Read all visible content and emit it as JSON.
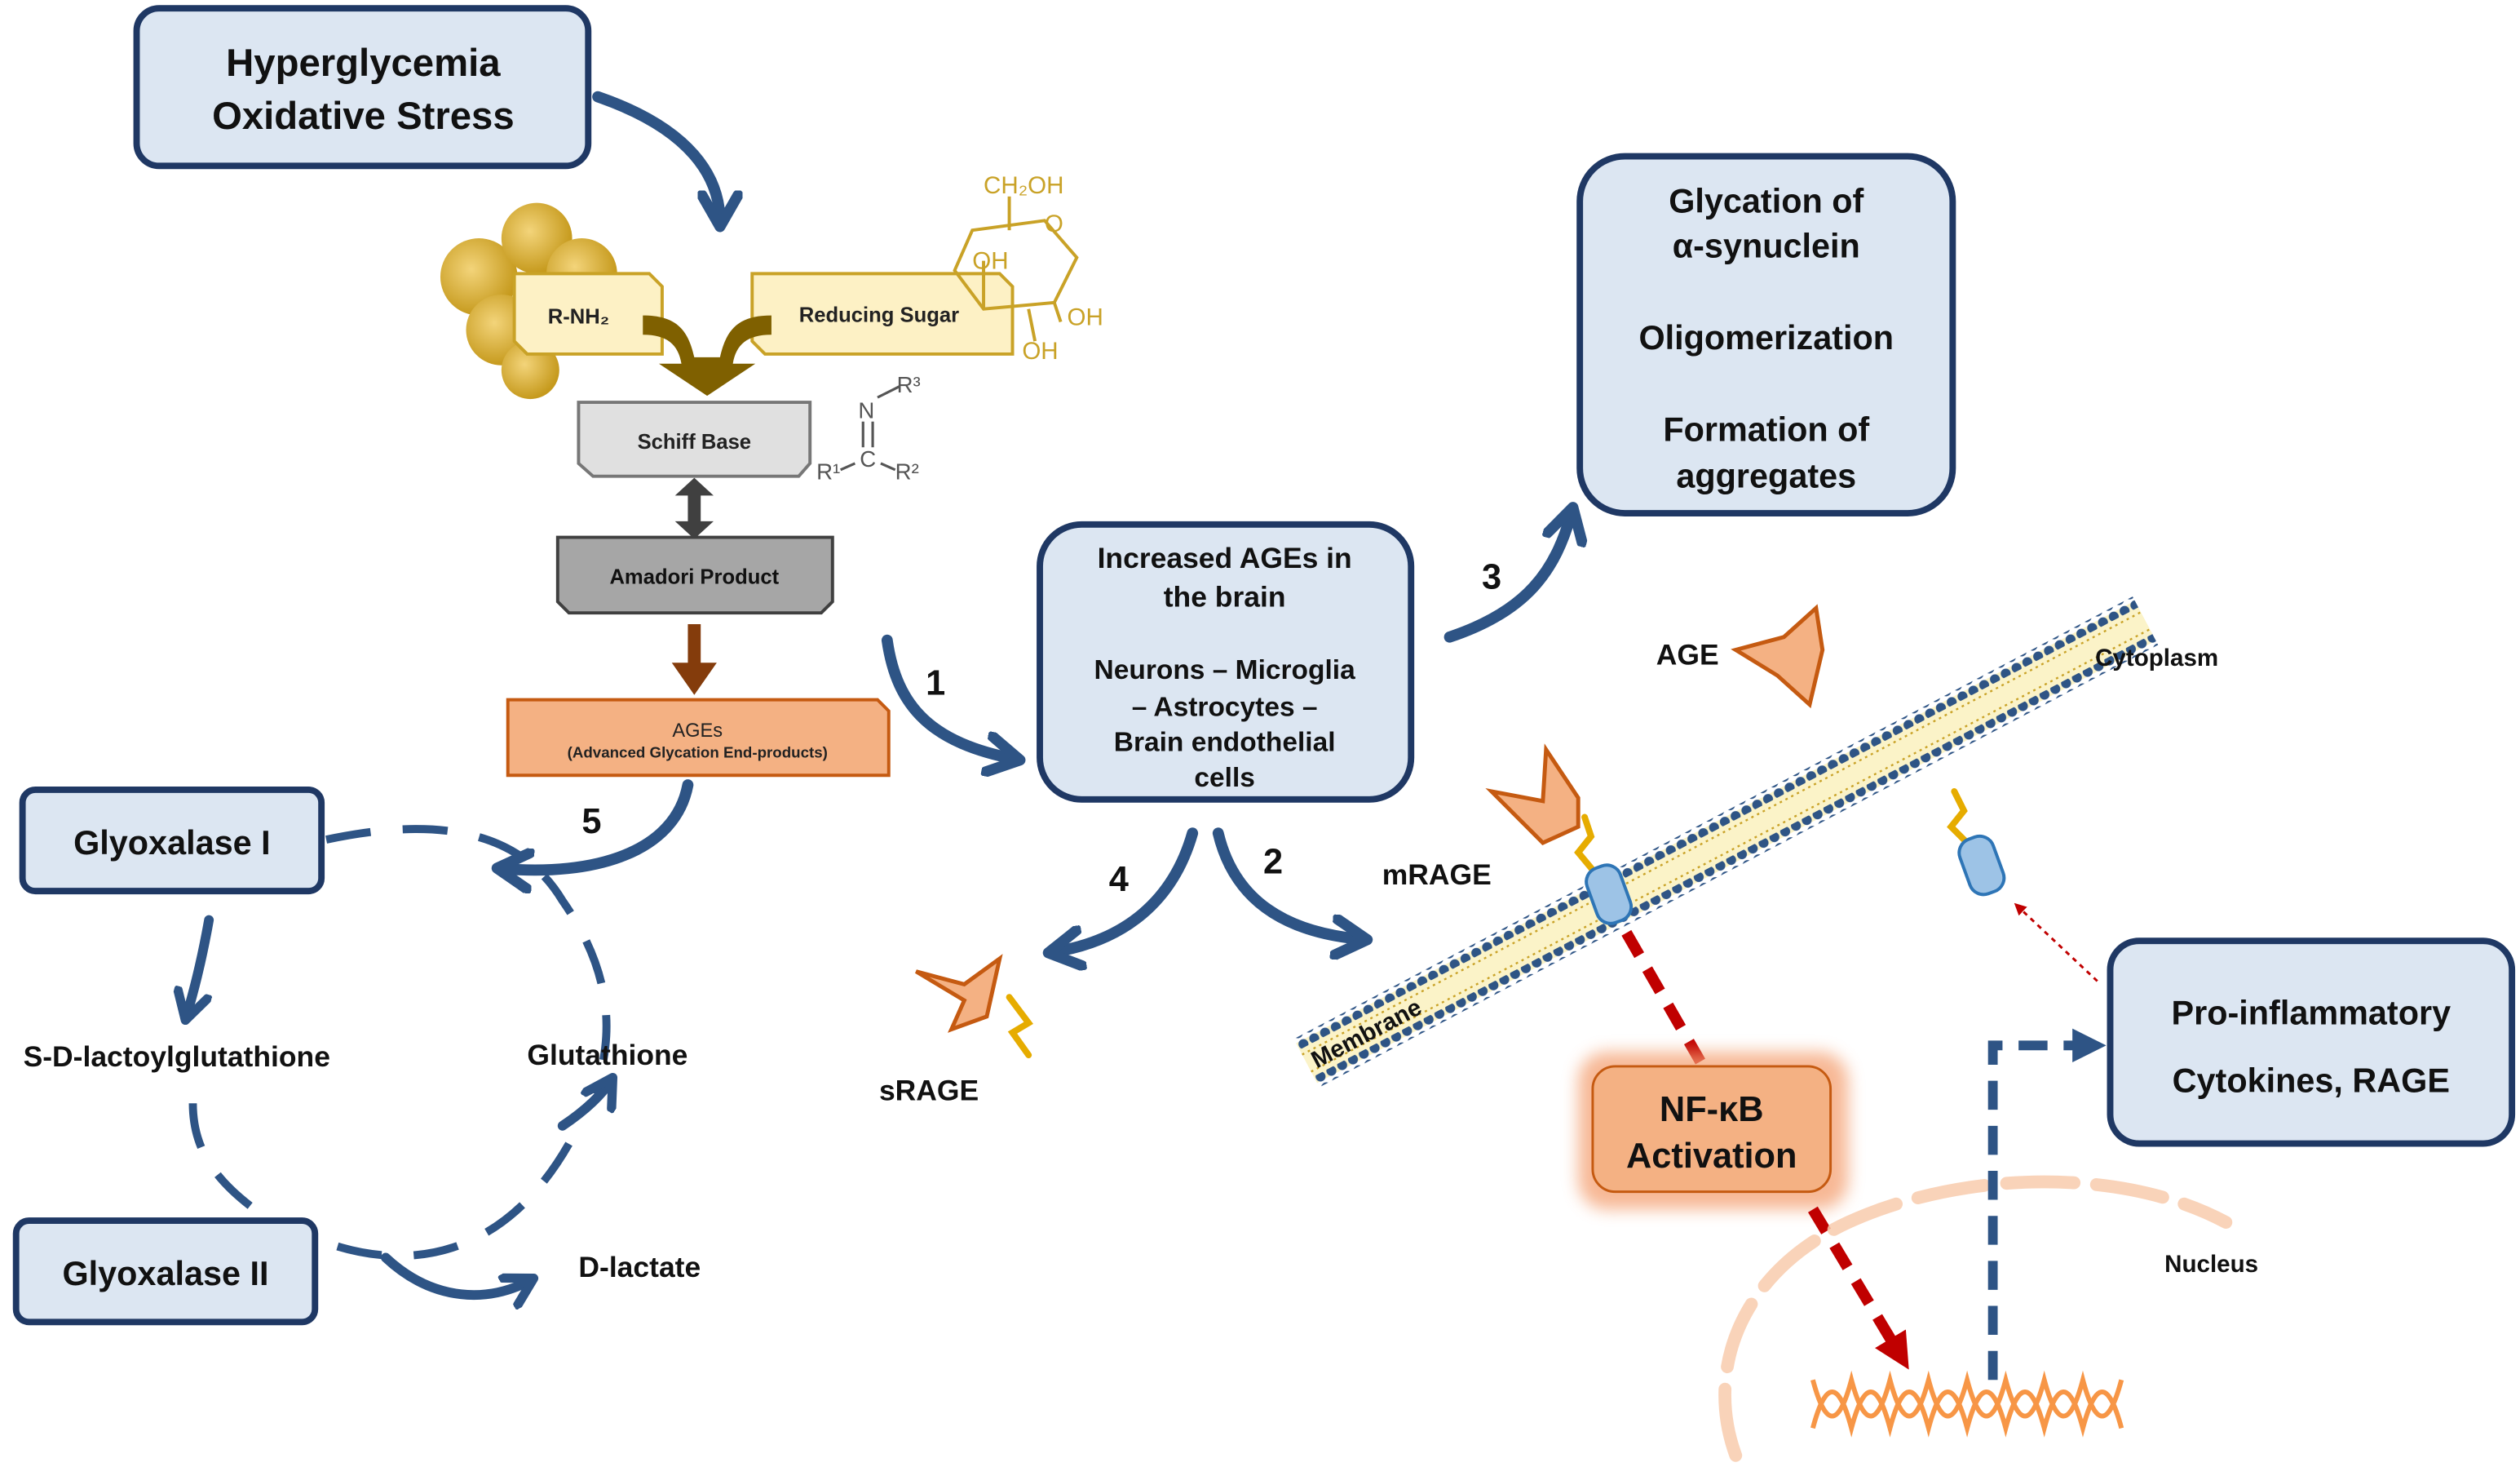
{
  "top_box": {
    "line1": "Hyperglycemia",
    "line2": "Oxidative Stress"
  },
  "reactants": {
    "amine": "R-NH₂",
    "sugar": "Reducing Sugar"
  },
  "sugar_molecule": {
    "ch2oh": "CH₂OH",
    "o": "O",
    "oh1": "OH",
    "oh2": "OH",
    "oh3": "OH"
  },
  "schiff": {
    "label": "Schiff Base",
    "n": "N",
    "c": "C",
    "r1": "R¹",
    "r2": "R²",
    "r3": "R³"
  },
  "amadori": {
    "label": "Amadori Product"
  },
  "ages": {
    "label": "AGEs",
    "sub": "(Advanced Glycation End-products)"
  },
  "center_box": {
    "line1": "Increased AGEs in",
    "line2": "the brain",
    "line3": "Neurons – Microglia",
    "line4": "– Astrocytes –",
    "line5": "Brain endothelial",
    "line6": "cells"
  },
  "glycation_box": {
    "line1": "Glycation of",
    "line2": "α-synuclein",
    "line3": "Oligomerization",
    "line4": "Formation of",
    "line5": "aggregates"
  },
  "step_numbers": {
    "s1": "1",
    "s2": "2",
    "s3": "3",
    "s4": "4",
    "s5": "5"
  },
  "glyoxalase_cycle": {
    "gly1": "Glyoxalase I",
    "gly2": "Glyoxalase II",
    "lactoyl": "S-D-lactoylglutathione",
    "glutathione": "Glutathione",
    "dlactate": "D-lactate"
  },
  "receptor_labels": {
    "age": "AGE",
    "cytoplasm": "Cytoplasm",
    "mrage": "mRAGE",
    "srage": "sRAGE",
    "membrane": "Membrane",
    "nucleus": "Nucleus"
  },
  "nfkb": {
    "line1": "NF-κB",
    "line2": "Activation"
  },
  "proinflam": {
    "line1": "Pro-inflammatory",
    "line2": "Cytokines, RAGE"
  },
  "colors": {
    "box_fill": "#dce6f2",
    "box_stroke": "#1f3864",
    "arrow_blue": "#2e5485",
    "gold": "#c9a227",
    "age_orange": "#f4b183",
    "nfkb_red": "#c00000"
  }
}
